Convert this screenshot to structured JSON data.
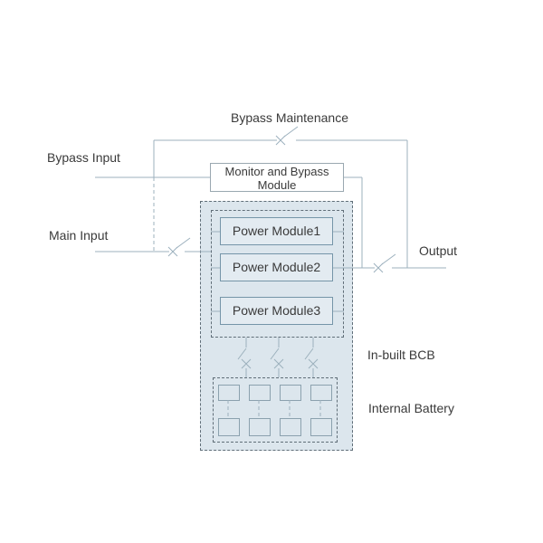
{
  "diagram": {
    "labels": {
      "bypass_maintenance": "Bypass Maintenance",
      "bypass_input": "Bypass Input",
      "main_input": "Main Input",
      "output": "Output",
      "inbuilt_bcb": "In-built BCB",
      "internal_battery": "Internal Battery"
    },
    "monitor_box": {
      "line1": "Monitor and Bypass",
      "line2": "Module"
    },
    "power_modules": [
      "Power Module1",
      "Power Module2",
      "Power Module3"
    ],
    "battery_grid": {
      "rows": 2,
      "columns": 4
    },
    "colors": {
      "line": "#9cb0bd",
      "dash_border": "#606e78",
      "container_fill": "#dce6ed",
      "module_fill": "#e3ebf1",
      "module_border": "#7595a8",
      "monitor_border": "#9aa8b0",
      "battery_border": "#8ba1ae",
      "text": "#3a3a3a"
    }
  }
}
